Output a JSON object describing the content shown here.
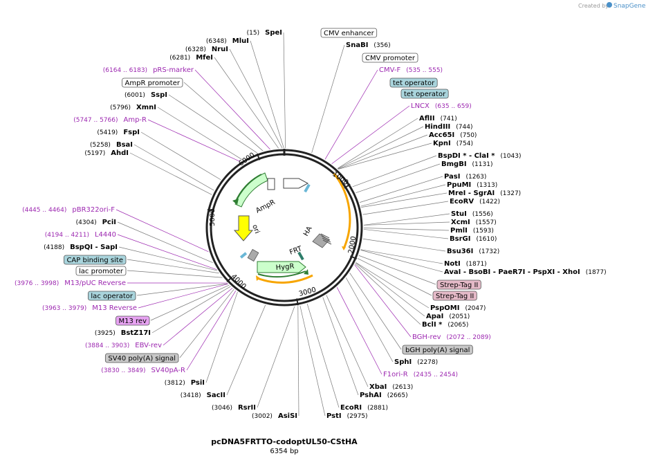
{
  "credit": {
    "created_by": "Created by",
    "brand": "SnapGene"
  },
  "plasmid": {
    "name": "pcDNA5FRTTO-codoptUL50-CStHA",
    "size": "6354 bp"
  },
  "ticks": [
    "1000",
    "2000",
    "3000",
    "4000",
    "5000",
    "6000"
  ],
  "inner_features": {
    "ampr": "AmpR",
    "ori": "ori",
    "frt": "FRT",
    "ha": "HA",
    "hygr": "HygR"
  },
  "colors": {
    "ampr": "#ccffcc",
    "ori": "#ffff00",
    "orange_arc": "#f7a500",
    "hygr": "#ccffcc",
    "box_blue": "#a9d4dc",
    "box_pink": "#e5bac8",
    "box_gray": "#c8c8c8",
    "box_violet": "#e7a3f2"
  },
  "right_labels": [
    {
      "kind": "box",
      "text": "CMV enhancer",
      "fill": "#ffffff"
    },
    {
      "kind": "enz",
      "name": "SnaBI",
      "pos": "(356)"
    },
    {
      "kind": "box",
      "text": "CMV promoter",
      "fill": "#ffffff"
    },
    {
      "kind": "primer",
      "name": "CMV-F",
      "pos": "(535 .. 555)"
    },
    {
      "kind": "box",
      "text": "tet operator",
      "fill": "#a9d4dc"
    },
    {
      "kind": "box",
      "text": "tet operator",
      "fill": "#a9d4dc"
    },
    {
      "kind": "primer",
      "name": "LNCX",
      "pos": "(635 .. 659)"
    },
    {
      "kind": "enz",
      "name": "AflII",
      "pos": "(741)"
    },
    {
      "kind": "enz",
      "name": "HindIII",
      "pos": "(744)"
    },
    {
      "kind": "enz",
      "name": "Acc65I",
      "pos": "(750)"
    },
    {
      "kind": "enz",
      "name": "KpnI",
      "pos": "(754)"
    },
    {
      "kind": "enz",
      "name": "BspDI * - ClaI *",
      "pos": "(1043)"
    },
    {
      "kind": "enz",
      "name": "BmgBI",
      "pos": "(1131)"
    },
    {
      "kind": "enz",
      "name": "PasI",
      "pos": "(1263)"
    },
    {
      "kind": "enz",
      "name": "PpuMI",
      "pos": "(1313)"
    },
    {
      "kind": "enz",
      "name": "MreI - SgrAI",
      "pos": "(1327)"
    },
    {
      "kind": "enz",
      "name": "EcoRV",
      "pos": "(1422)"
    },
    {
      "kind": "enz",
      "name": "StuI",
      "pos": "(1556)"
    },
    {
      "kind": "enz",
      "name": "XcmI",
      "pos": "(1557)"
    },
    {
      "kind": "enz",
      "name": "PmlI",
      "pos": "(1593)"
    },
    {
      "kind": "enz",
      "name": "BsrGI",
      "pos": "(1610)"
    },
    {
      "kind": "enz",
      "name": "Bsu36I",
      "pos": "(1732)"
    },
    {
      "kind": "enz",
      "name": "NotI",
      "pos": "(1871)"
    },
    {
      "kind": "enz",
      "name": "AvaI - BsoBI - PaeR7I - PspXI - XhoI",
      "pos": "(1877)"
    },
    {
      "kind": "box",
      "text": "Strep-Tag II",
      "fill": "#e5bac8"
    },
    {
      "kind": "box",
      "text": "Strep-Tag II",
      "fill": "#e5bac8"
    },
    {
      "kind": "enz",
      "name": "PspOMI",
      "pos": "(2047)"
    },
    {
      "kind": "enz",
      "name": "ApaI",
      "pos": "(2051)"
    },
    {
      "kind": "enz",
      "name": "BclI *",
      "pos": "(2065)"
    },
    {
      "kind": "primer",
      "name": "BGH-rev",
      "pos": "(2072 .. 2089)"
    },
    {
      "kind": "box",
      "text": "bGH poly(A) signal",
      "fill": "#c8c8c8"
    },
    {
      "kind": "enz",
      "name": "SphI",
      "pos": "(2278)"
    },
    {
      "kind": "primer",
      "name": "F1ori-R",
      "pos": "(2435 .. 2454)"
    },
    {
      "kind": "enz",
      "name": "XbaI",
      "pos": "(2613)"
    },
    {
      "kind": "enz",
      "name": "PshAI",
      "pos": "(2665)"
    },
    {
      "kind": "enz",
      "name": "EcoRI",
      "pos": "(2881)"
    },
    {
      "kind": "enz",
      "name": "PstI",
      "pos": "(2975)"
    }
  ],
  "left_labels": [
    {
      "kind": "enz",
      "name": "SpeI",
      "pos": "(15)"
    },
    {
      "kind": "enz",
      "name": "MluI",
      "pos": "(6348)"
    },
    {
      "kind": "enz",
      "name": "NruI",
      "pos": "(6328)"
    },
    {
      "kind": "enz",
      "name": "MfeI",
      "pos": "(6281)"
    },
    {
      "kind": "primer",
      "name": "pRS-marker",
      "pos": "(6164 .. 6183)"
    },
    {
      "kind": "box",
      "text": "AmpR promoter",
      "fill": "#ffffff"
    },
    {
      "kind": "enz",
      "name": "SspI",
      "pos": "(6001)"
    },
    {
      "kind": "enz",
      "name": "XmnI",
      "pos": "(5796)"
    },
    {
      "kind": "primer",
      "name": "Amp-R",
      "pos": "(5747 .. 5766)"
    },
    {
      "kind": "enz",
      "name": "FspI",
      "pos": "(5419)"
    },
    {
      "kind": "enz",
      "name": "BsaI",
      "pos": "(5258)"
    },
    {
      "kind": "enz",
      "name": "AhdI",
      "pos": "(5197)"
    },
    {
      "kind": "primer",
      "name": "pBR322ori-F",
      "pos": "(4445 .. 4464)"
    },
    {
      "kind": "enz",
      "name": "PciI",
      "pos": "(4304)"
    },
    {
      "kind": "primer",
      "name": "L4440",
      "pos": "(4194 .. 4211)"
    },
    {
      "kind": "enz",
      "name": "BspQI - SapI",
      "pos": "(4188)"
    },
    {
      "kind": "box",
      "text": "CAP binding site",
      "fill": "#a9d4dc"
    },
    {
      "kind": "box",
      "text": "lac promoter",
      "fill": "#ffffff"
    },
    {
      "kind": "primer",
      "name": "M13/pUC Reverse",
      "pos": "(3976 .. 3998)"
    },
    {
      "kind": "box",
      "text": "lac operator",
      "fill": "#a9d4dc"
    },
    {
      "kind": "primer",
      "name": "M13 Reverse",
      "pos": "(3963 .. 3979)"
    },
    {
      "kind": "box",
      "text": "M13 rev",
      "fill": "#e7a3f2"
    },
    {
      "kind": "enz",
      "name": "BstZ17I",
      "pos": "(3925)"
    },
    {
      "kind": "primer",
      "name": "EBV-rev",
      "pos": "(3884 .. 3903)"
    },
    {
      "kind": "box",
      "text": "SV40 poly(A) signal",
      "fill": "#c8c8c8"
    },
    {
      "kind": "primer",
      "name": "SV40pA-R",
      "pos": "(3830 .. 3849)"
    },
    {
      "kind": "enz",
      "name": "PsiI",
      "pos": "(3812)"
    },
    {
      "kind": "enz",
      "name": "SacII",
      "pos": "(3418)"
    },
    {
      "kind": "enz",
      "name": "RsrII",
      "pos": "(3046)"
    },
    {
      "kind": "enz",
      "name": "AsiSI",
      "pos": "(3002)"
    }
  ]
}
